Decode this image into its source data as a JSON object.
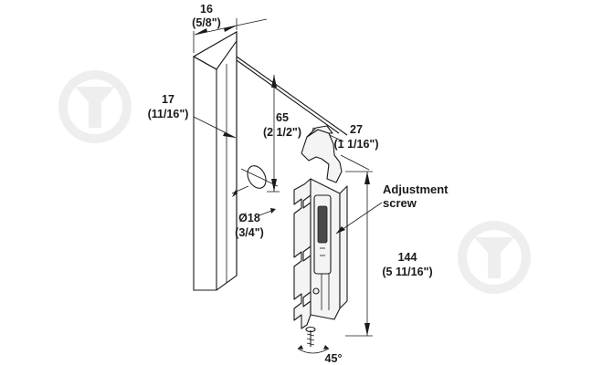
{
  "dimensions": {
    "top_width_mm": "16",
    "top_width_in": "(5/8\")",
    "side_offset_mm": "17",
    "side_offset_in": "(11/16\")",
    "vertical_offset_mm": "65",
    "vertical_offset_in": "(2 1/2\")",
    "hook_depth_mm": "27",
    "hook_depth_in": "(1 1/16\")",
    "hole_diameter_mm": "Ø18",
    "hole_diameter_in": "(3/4\")",
    "length_mm": "144",
    "length_in": "(5 11/16\")",
    "angle": "45°"
  },
  "callout": {
    "line1": "Adjustment",
    "line2": "screw"
  },
  "colors": {
    "line": "#1a1a1a",
    "watermark": "#eeeeee",
    "background": "#ffffff"
  }
}
